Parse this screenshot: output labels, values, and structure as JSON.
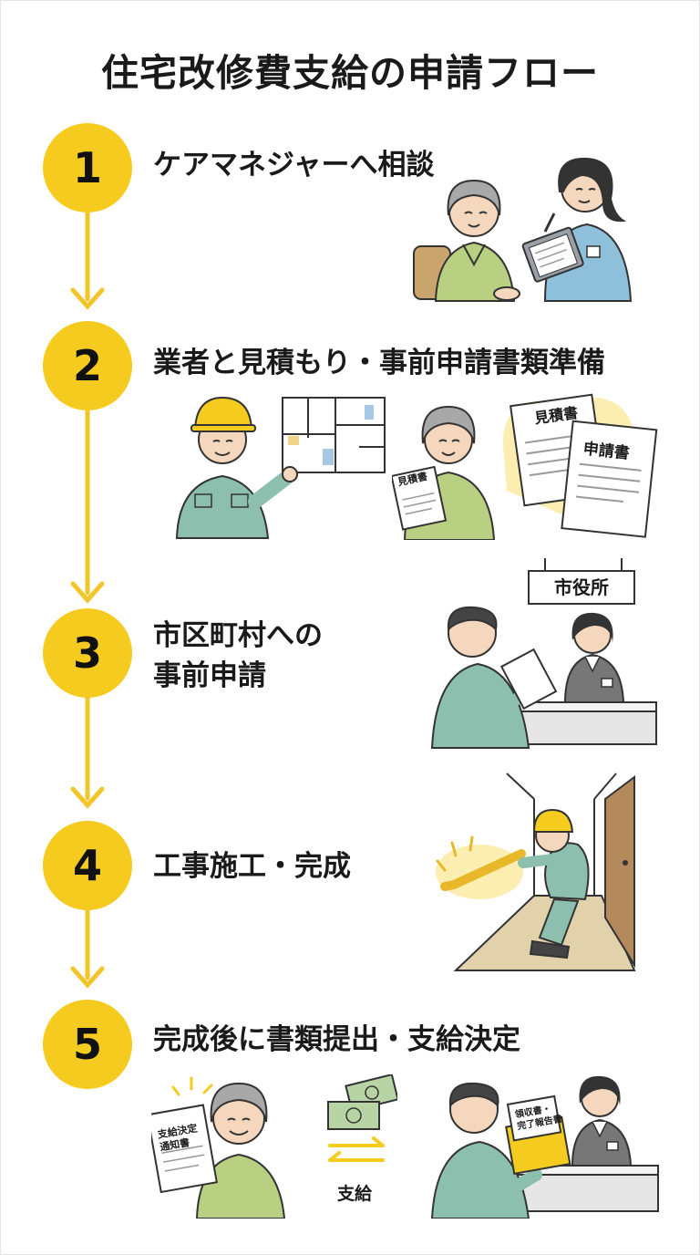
{
  "title": "住宅改修費支給の申請フロー",
  "steps": [
    {
      "number": "1",
      "title": "ケアマネジャーへ相談"
    },
    {
      "number": "2",
      "title": "業者と見積もり・事前申請書類準備"
    },
    {
      "number": "3",
      "title_line1": "市区町村への",
      "title_line2": "事前申請"
    },
    {
      "number": "4",
      "title": "工事施工・完成"
    },
    {
      "number": "5",
      "title": "完成後に書類提出・支給決定"
    }
  ],
  "labels": {
    "estimate_doc": "見積書",
    "application_doc": "申請書",
    "estimate_small": "見積書",
    "city_hall_sign": "市役所",
    "decision_notice_line1": "支給決定",
    "decision_notice_line2": "通知書",
    "receipt_line1": "領収書・",
    "receipt_line2": "完了報告書",
    "payment": "支給"
  },
  "colors": {
    "accent": "#f4cb1e",
    "arrow": "#f2c62a",
    "uniform": "#8dbfae",
    "cardigan": "#b9d083",
    "nurse_shirt": "#8ec0dc"
  }
}
